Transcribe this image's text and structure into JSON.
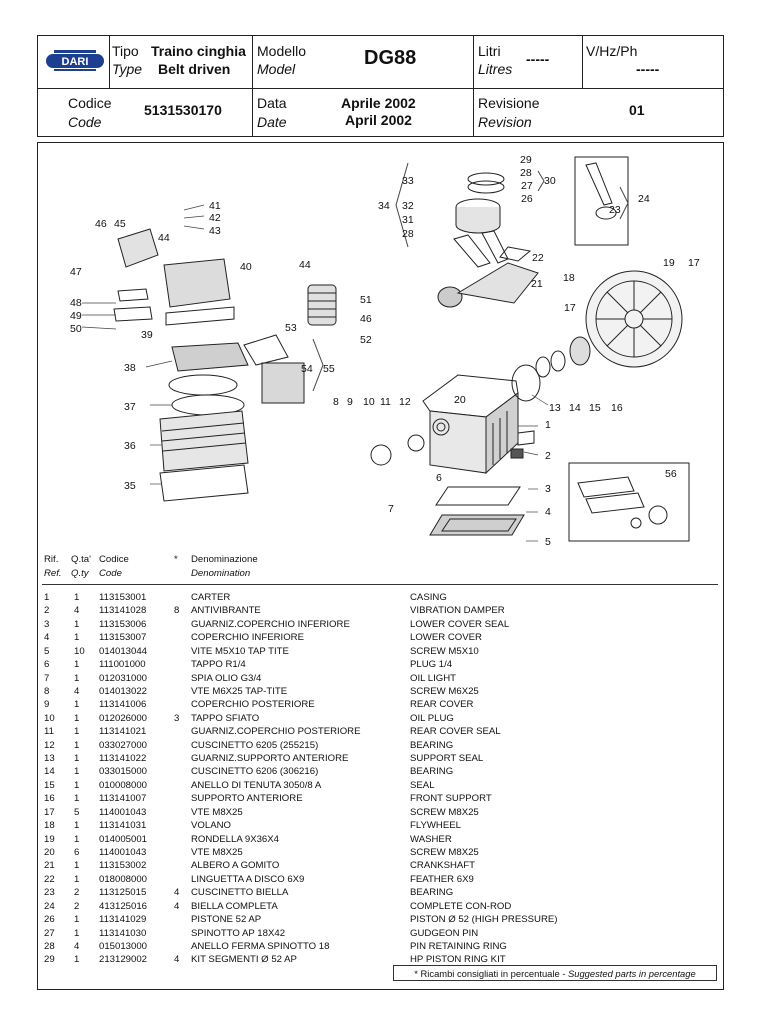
{
  "header": {
    "logo_text": "DARI",
    "type_label_it": "Tipo",
    "type_label_en": "Type",
    "type_value_it": "Traino cinghia",
    "type_value_en": "Belt driven",
    "model_label_it": "Modello",
    "model_label_en": "Model",
    "model_value": "DG88",
    "litres_label_it": "Litri",
    "litres_label_en": "Litres",
    "litres_value": "-----",
    "vhz_label": "V/Hz/Ph",
    "vhz_value": "-----",
    "code_label_it": "Codice",
    "code_label_en": "Code",
    "code_value": "5131530170",
    "date_label_it": "Data",
    "date_label_en": "Date",
    "date_value_it": "Aprile 2002",
    "date_value_en": "April 2002",
    "revision_label_it": "Revisione",
    "revision_label_en": "Revision",
    "revision_value": "01"
  },
  "diagram": {
    "callouts": [
      "1",
      "2",
      "3",
      "4",
      "5",
      "6",
      "7",
      "8",
      "9",
      "10",
      "11",
      "12",
      "13",
      "14",
      "15",
      "16",
      "17",
      "17",
      "18",
      "19",
      "20",
      "21",
      "22",
      "23",
      "24",
      "26",
      "27",
      "28",
      "28",
      "29",
      "30",
      "31",
      "32",
      "33",
      "34",
      "35",
      "36",
      "37",
      "38",
      "39",
      "40",
      "41",
      "42",
      "43",
      "44",
      "44",
      "45",
      "46",
      "46",
      "47",
      "48",
      "49",
      "50",
      "51",
      "52",
      "53",
      "54",
      "55",
      "56"
    ]
  },
  "table": {
    "headers": {
      "ref_it": "Rif.",
      "ref_en": "Ref.",
      "qty_it": "Q.ta'",
      "qty_en": "Q.ty",
      "code_it": "Codice",
      "code_en": "Code",
      "star": "*",
      "denom_it": "Denominazione",
      "denom_en": "Denomination"
    },
    "rows": [
      {
        "ref": "1",
        "qty": "1",
        "code": "113153001",
        "star": "",
        "it": "CARTER",
        "en": "CASING"
      },
      {
        "ref": "2",
        "qty": "4",
        "code": "113141028",
        "star": "8",
        "it": "ANTIVIBRANTE",
        "en": "VIBRATION DAMPER"
      },
      {
        "ref": "3",
        "qty": "1",
        "code": "113153006",
        "star": "",
        "it": "GUARNIZ.COPERCHIO INFERIORE",
        "en": "LOWER COVER SEAL"
      },
      {
        "ref": "4",
        "qty": "1",
        "code": "113153007",
        "star": "",
        "it": "COPERCHIO INFERIORE",
        "en": "LOWER COVER"
      },
      {
        "ref": "5",
        "qty": "10",
        "code": "014013044",
        "star": "",
        "it": "VITE M5X10 TAP TITE",
        "en": "SCREW M5X10"
      },
      {
        "ref": "6",
        "qty": "1",
        "code": "111001000",
        "star": "",
        "it": "TAPPO R1/4",
        "en": "PLUG 1/4"
      },
      {
        "ref": "7",
        "qty": "1",
        "code": "012031000",
        "star": "",
        "it": "SPIA OLIO  G3/4",
        "en": "OIL LIGHT"
      },
      {
        "ref": "8",
        "qty": "4",
        "code": "014013022",
        "star": "",
        "it": "VTE M6X25 TAP-TITE",
        "en": "SCREW M6X25"
      },
      {
        "ref": "9",
        "qty": "1",
        "code": "113141006",
        "star": "",
        "it": "COPERCHIO POSTERIORE",
        "en": "REAR COVER"
      },
      {
        "ref": "10",
        "qty": "1",
        "code": "012026000",
        "star": "3",
        "it": "TAPPO SFIATO",
        "en": "OIL PLUG"
      },
      {
        "ref": "11",
        "qty": "1",
        "code": "113141021",
        "star": "",
        "it": "GUARNIZ.COPERCHIO POSTERIORE",
        "en": "REAR COVER SEAL"
      },
      {
        "ref": "12",
        "qty": "1",
        "code": "033027000",
        "star": "",
        "it": "CUSCINETTO 6205 (255215)",
        "en": "BEARING"
      },
      {
        "ref": "13",
        "qty": "1",
        "code": "113141022",
        "star": "",
        "it": "GUARNIZ.SUPPORTO ANTERIORE",
        "en": "SUPPORT SEAL"
      },
      {
        "ref": "14",
        "qty": "1",
        "code": "033015000",
        "star": "",
        "it": "CUSCINETTO 6206 (306216)",
        "en": "BEARING"
      },
      {
        "ref": "15",
        "qty": "1",
        "code": "010008000",
        "star": "",
        "it": "ANELLO DI TENUTA 3050/8 A",
        "en": "SEAL"
      },
      {
        "ref": "16",
        "qty": "1",
        "code": "113141007",
        "star": "",
        "it": "SUPPORTO ANTERIORE",
        "en": "FRONT SUPPORT"
      },
      {
        "ref": "17",
        "qty": "5",
        "code": "114001043",
        "star": "",
        "it": "VTE M8X25",
        "en": "SCREW M8X25"
      },
      {
        "ref": "18",
        "qty": "1",
        "code": "113141031",
        "star": "",
        "it": "VOLANO",
        "en": "FLYWHEEL"
      },
      {
        "ref": "19",
        "qty": "1",
        "code": "014005001",
        "star": "",
        "it": "RONDELLA 9X36X4",
        "en": "WASHER"
      },
      {
        "ref": "20",
        "qty": "6",
        "code": "114001043",
        "star": "",
        "it": "VTE M8X25",
        "en": "SCREW M8X25"
      },
      {
        "ref": "21",
        "qty": "1",
        "code": "113153002",
        "star": "",
        "it": "ALBERO A GOMITO",
        "en": "CRANKSHAFT"
      },
      {
        "ref": "22",
        "qty": "1",
        "code": "018008000",
        "star": "",
        "it": "LINGUETTA A DISCO 6X9",
        "en": "FEATHER 6X9"
      },
      {
        "ref": "23",
        "qty": "2",
        "code": "113125015",
        "star": "4",
        "it": "CUSCINETTO BIELLA",
        "en": "BEARING"
      },
      {
        "ref": "24",
        "qty": "2",
        "code": "413125016",
        "star": "4",
        "it": "BIELLA COMPLETA",
        "en": "COMPLETE CON-ROD"
      },
      {
        "ref": "26",
        "qty": "1",
        "code": "113141029",
        "star": "",
        "it": "PISTONE 52 AP",
        "en": "PISTON Ø 52 (HIGH PRESSURE)"
      },
      {
        "ref": "27",
        "qty": "1",
        "code": "113141030",
        "star": "",
        "it": "SPINOTTO AP 18X42",
        "en": "GUDGEON PIN"
      },
      {
        "ref": "28",
        "qty": "4",
        "code": "015013000",
        "star": "",
        "it": "ANELLO FERMA SPINOTTO 18",
        "en": "PIN RETAINING RING"
      },
      {
        "ref": "29",
        "qty": "1",
        "code": "213129002",
        "star": "4",
        "it": "KIT SEGMENTI Ø 52 AP",
        "en": "HP PISTON RING KIT"
      }
    ],
    "note_it": "* Ricambi consigliati in percentuale - ",
    "note_en": "Suggested parts in percentage"
  }
}
